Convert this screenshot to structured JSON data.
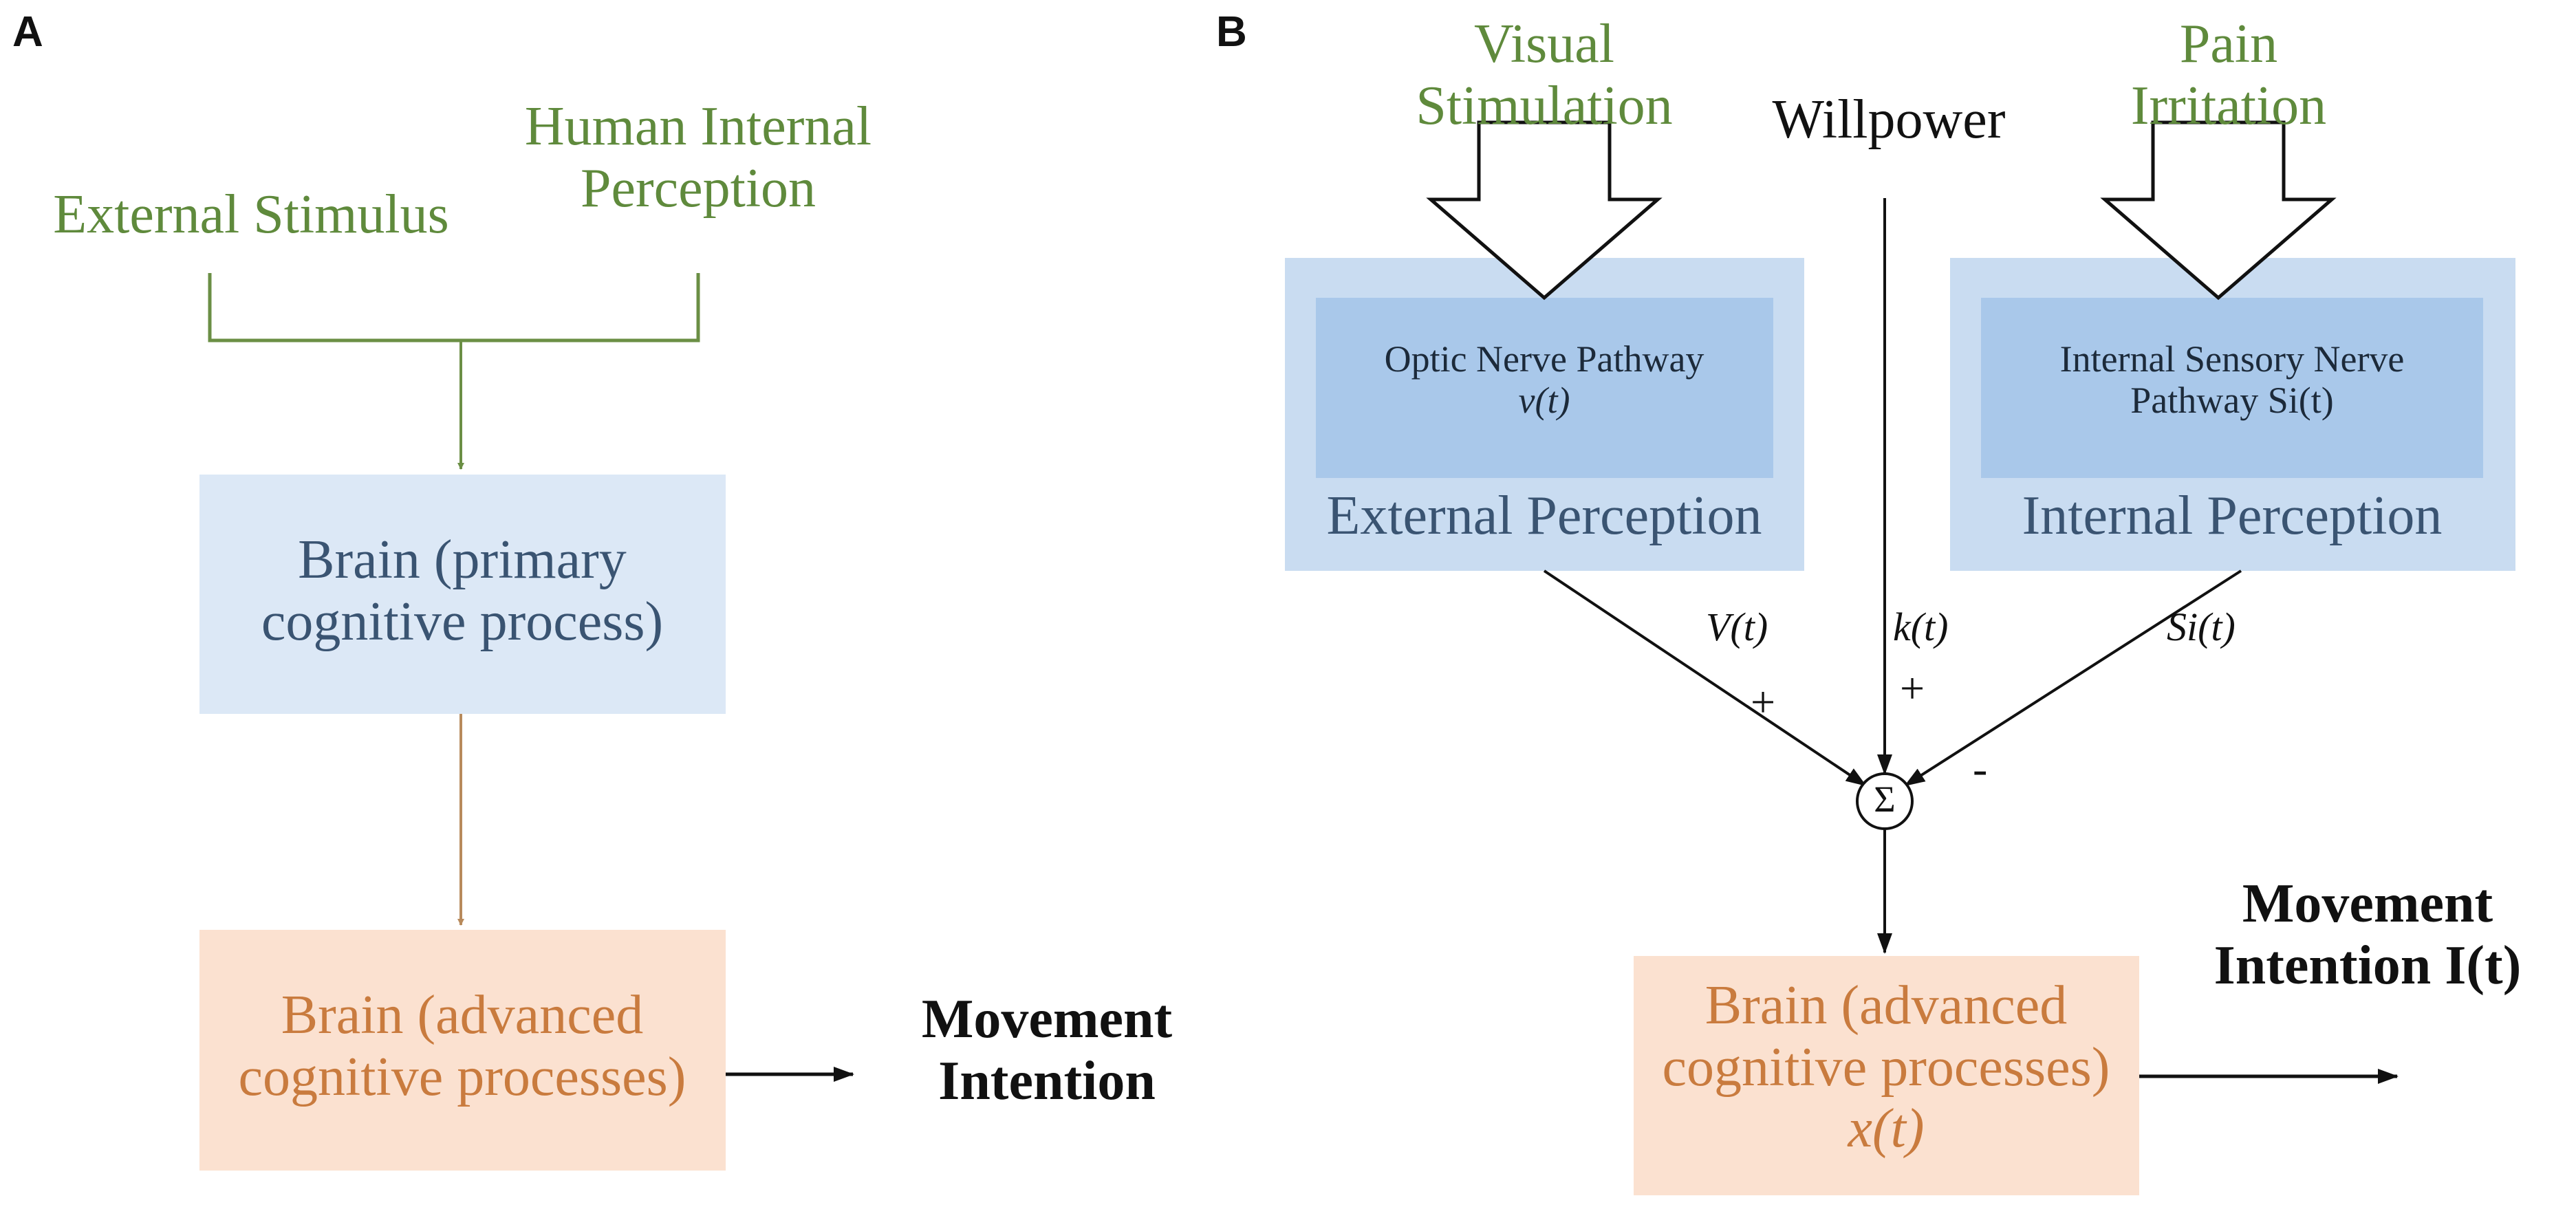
{
  "panel_a": {
    "label": "A",
    "external_stimulus": "External Stimulus",
    "internal_perception": [
      "Human Internal",
      "Perception"
    ],
    "primary_box": [
      "Brain (primary",
      "cognitive process)"
    ],
    "advanced_box": [
      "Brain (advanced",
      "cognitive processes)"
    ],
    "output": [
      "Movement",
      "Intention"
    ]
  },
  "panel_b": {
    "label": "B",
    "visual_stimulation": [
      "Visual",
      "Stimulation"
    ],
    "willpower": "Willpower",
    "pain_irritation": [
      "Pain",
      "Irritation"
    ],
    "optic_inner": [
      "Optic Nerve Pathway",
      "v(t)"
    ],
    "external_perception": "External Perception",
    "sensory_inner": [
      "Internal Sensory Nerve",
      "Pathway Si(t)"
    ],
    "internal_perception": "Internal Perception",
    "v_signal": "V(t)",
    "k_signal": "k(t)",
    "s_signal": "Si(t)",
    "plus_left": "+",
    "plus_mid": "+",
    "minus_right": "-",
    "sum_symbol": "Σ",
    "advanced_box": [
      "Brain (advanced",
      "cognitive processes)",
      "x(t)"
    ],
    "output": [
      "Movement",
      "Intention I(t)"
    ]
  },
  "colors": {
    "green": "#5f8a3c",
    "light_blue": "#dce8f6",
    "light_blue_outer": "#c9dcf1",
    "mid_blue": "#a9c8ea",
    "peach": "#fbe1d0",
    "line_green": "#6b8f45",
    "line_orange": "#b88a5c"
  }
}
